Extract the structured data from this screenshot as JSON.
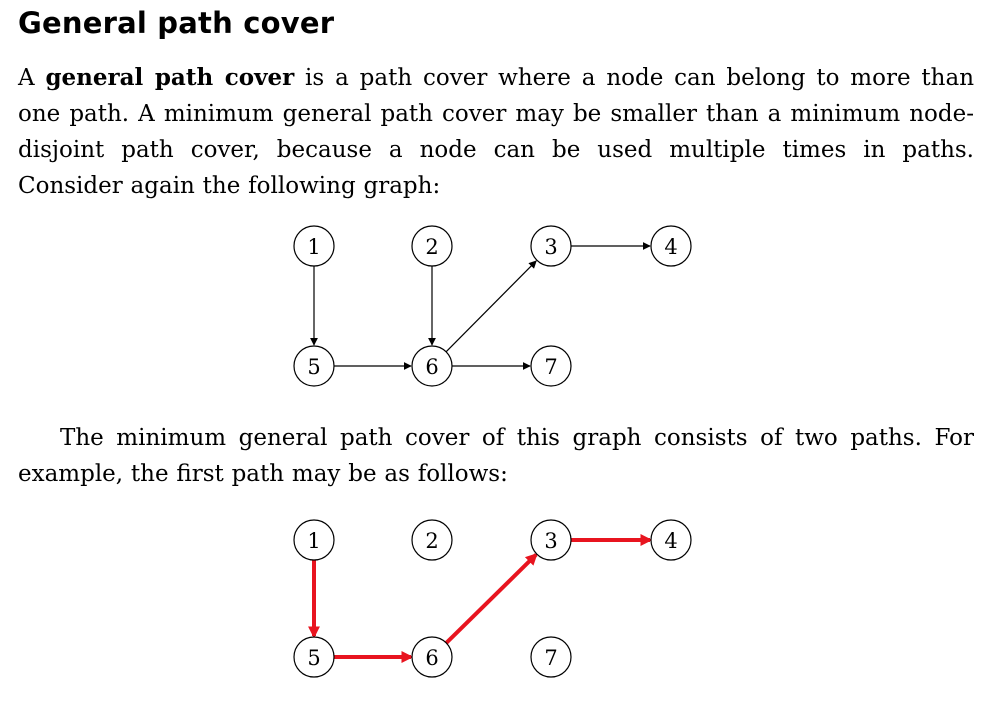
{
  "section": {
    "title": "General path cover"
  },
  "paragraph1": {
    "prefix": "A ",
    "term": "general path cover",
    "rest": " is a path cover where a node can belong to more than one path. A minimum general path cover may be smaller than a minimum node-disjoint path cover, because a node can be used multiple times in paths. Consider again the following graph:"
  },
  "paragraph2": {
    "text": "The minimum general path cover of this graph consists of two paths. For example, the first path may be as follows:"
  },
  "graph1": {
    "nodes": [
      {
        "id": "1",
        "label": "1"
      },
      {
        "id": "2",
        "label": "2"
      },
      {
        "id": "3",
        "label": "3"
      },
      {
        "id": "4",
        "label": "4"
      },
      {
        "id": "5",
        "label": "5"
      },
      {
        "id": "6",
        "label": "6"
      },
      {
        "id": "7",
        "label": "7"
      }
    ],
    "edges": [
      {
        "from": "1",
        "to": "5"
      },
      {
        "from": "2",
        "to": "6"
      },
      {
        "from": "5",
        "to": "6"
      },
      {
        "from": "6",
        "to": "7"
      },
      {
        "from": "6",
        "to": "3"
      },
      {
        "from": "3",
        "to": "4"
      }
    ]
  },
  "graph2": {
    "nodes": [
      {
        "id": "1",
        "label": "1"
      },
      {
        "id": "2",
        "label": "2"
      },
      {
        "id": "3",
        "label": "3"
      },
      {
        "id": "4",
        "label": "4"
      },
      {
        "id": "5",
        "label": "5"
      },
      {
        "id": "6",
        "label": "6"
      },
      {
        "id": "7",
        "label": "7"
      }
    ],
    "path_edges": [
      {
        "from": "1",
        "to": "5"
      },
      {
        "from": "5",
        "to": "6"
      },
      {
        "from": "6",
        "to": "3"
      },
      {
        "from": "3",
        "to": "4"
      }
    ],
    "path_color": "#e8141f"
  }
}
